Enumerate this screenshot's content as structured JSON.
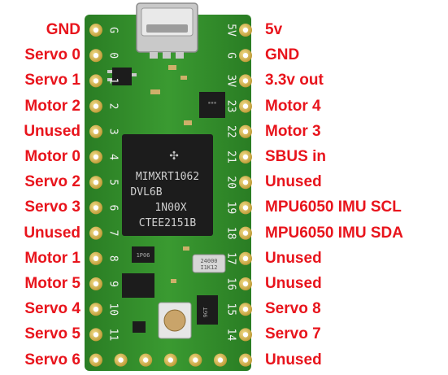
{
  "left_labels": [
    "GND",
    "Servo 0",
    "Servo 1",
    "Motor 2",
    "Unused",
    "Motor 0",
    "Servo 2",
    "Servo 3",
    "Unused",
    "Motor 1",
    "Motor 5",
    "Servo 4",
    "Servo 5",
    "Servo 6"
  ],
  "right_labels": [
    "5v",
    "GND",
    "3.3v out",
    "Motor 4",
    "Motor 3",
    "SBUS in",
    "Unused",
    "MPU6050 IMU SCL",
    "MPU6050 IMU SDA",
    "Unused",
    "Unused",
    "Servo 8",
    "Servo 7",
    "Unused"
  ],
  "board": {
    "left_silk": [
      "G",
      "0",
      "1",
      "2",
      "3",
      "4",
      "5",
      "6",
      "7",
      "8",
      "9",
      "10",
      "11"
    ],
    "right_silk": [
      "5V",
      "G",
      "3V",
      "23",
      "22",
      "21",
      "20",
      "19",
      "18",
      "17",
      "16",
      "15",
      "14"
    ],
    "chip_text": [
      "MIMXRT1062",
      "DVL6B",
      "1N00X",
      "CTEE2151B"
    ],
    "crystal_text": [
      "24000",
      "I1K12"
    ],
    "small_chip_text": "1P06",
    "side_chip_text": "9GT"
  },
  "colors": {
    "label_red": "#e8141c",
    "board_green": "#2f8a2a",
    "pad_gold": "#d9b84a",
    "chip_black": "#1c1c1c"
  }
}
